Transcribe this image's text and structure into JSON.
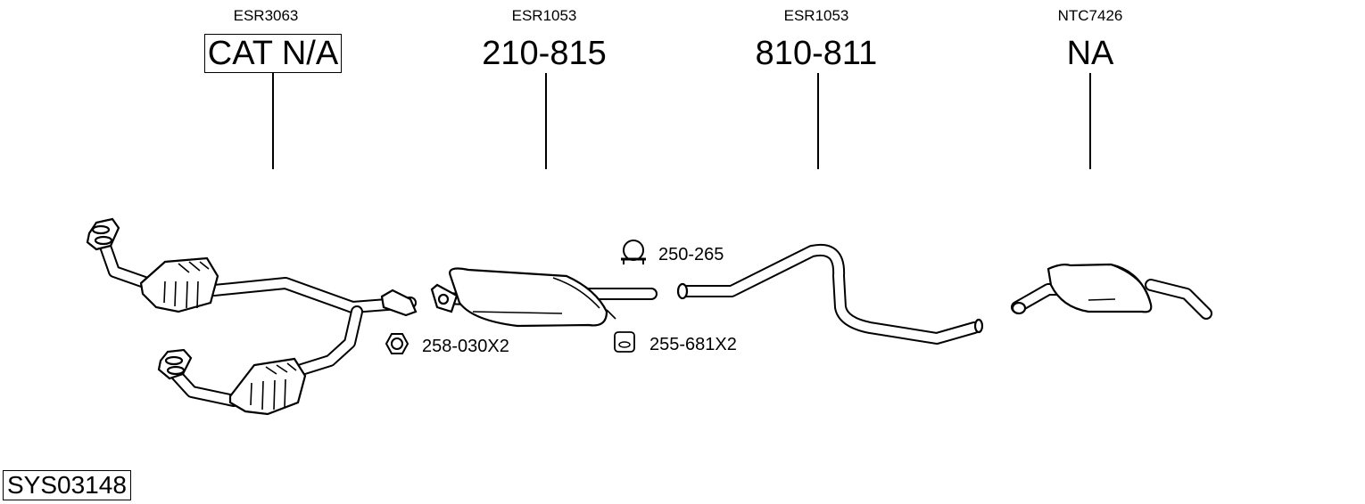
{
  "diagram": {
    "system_code": "SYS03148",
    "sections": [
      {
        "ref": "ESR3063",
        "part": "CAT N/A",
        "boxed": true
      },
      {
        "ref": "ESR1053",
        "part": "210-815",
        "boxed": false
      },
      {
        "ref": "ESR1053",
        "part": "810-811",
        "boxed": false
      },
      {
        "ref": "NTC7426",
        "part": "NA",
        "boxed": false
      }
    ],
    "accessories": [
      {
        "label": "250-265",
        "icon": "clamp-icon"
      },
      {
        "label": "258-030X2",
        "icon": "nut-icon"
      },
      {
        "label": "255-681X2",
        "icon": "rubber-hanger-icon"
      }
    ]
  }
}
